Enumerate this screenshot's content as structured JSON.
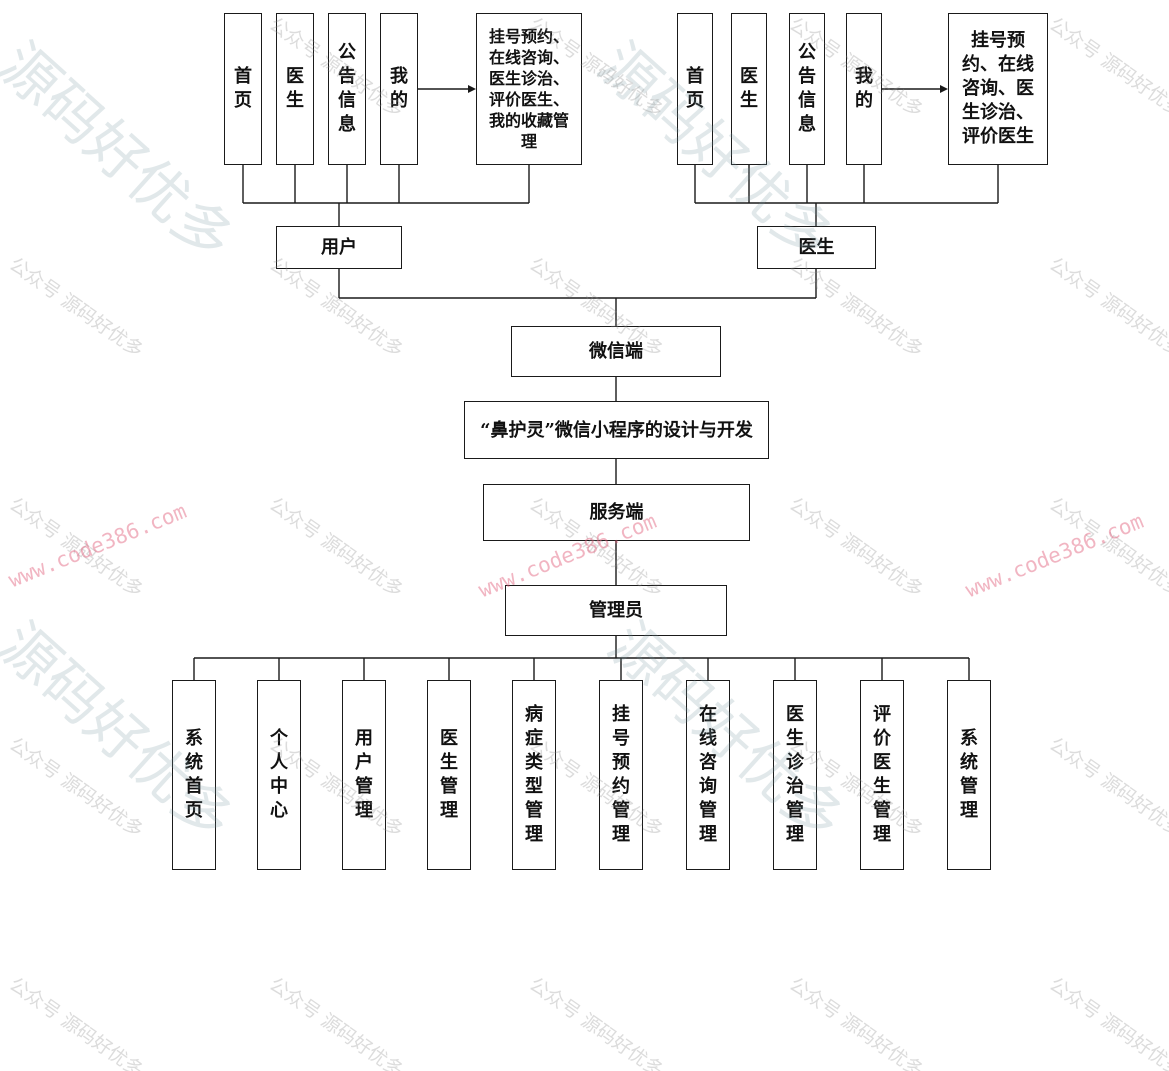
{
  "diagram": {
    "user_group": {
      "root_label": "用户",
      "pages": [
        "首页",
        "医生",
        "公告信息",
        "我的"
      ],
      "functions": "挂号预约、在线咨询、医生诊治、评价医生、我的收藏管理"
    },
    "doctor_group": {
      "root_label": "医生",
      "pages": [
        "首页",
        "医生",
        "公告信息",
        "我的"
      ],
      "functions": "挂号预约、在线咨询、医生诊治、评价医生"
    },
    "wechat_end": "微信端",
    "system_title": "“鼻护灵”微信小程序的设计与开发",
    "server_end": "服务端",
    "admin": "管理员",
    "admin_modules": [
      "系统首页",
      "个人中心",
      "用户管理",
      "医生管理",
      "病症类型管理",
      "挂号预约管理",
      "在线咨询管理",
      "医生诊治管理",
      "评价医生管理",
      "系统管理"
    ]
  },
  "watermarks": {
    "brand": "源码好优多",
    "account": "公众号 源码好优多",
    "url": "www.code386.com"
  },
  "colors": {
    "line": "#1a1a1a",
    "text": "#111111"
  }
}
